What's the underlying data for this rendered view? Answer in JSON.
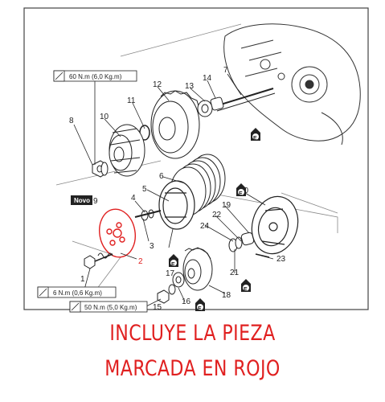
{
  "part_numbers": [
    "1",
    "2",
    "3",
    "4",
    "5",
    "6",
    "7",
    "8",
    "9",
    "10",
    "11",
    "12",
    "13",
    "14",
    "15",
    "16",
    "17",
    "18",
    "19",
    "20",
    "21",
    "22",
    "23",
    "24"
  ],
  "torque_specs": {
    "t60": "60 N.m (6,0 Kg.m)",
    "t6": "6 N.m (0,6 Kg.m)",
    "t50": "50 N.m (5,0 Kg.m)"
  },
  "badge_novo": "Novo",
  "lube_mark": "E",
  "caption": {
    "line1": "INCLUYE LA PIEZA",
    "line2": "MARCADA EN ROJO"
  },
  "colors": {
    "highlight": "#e02020",
    "line": "#222222",
    "frame": "#444444"
  }
}
